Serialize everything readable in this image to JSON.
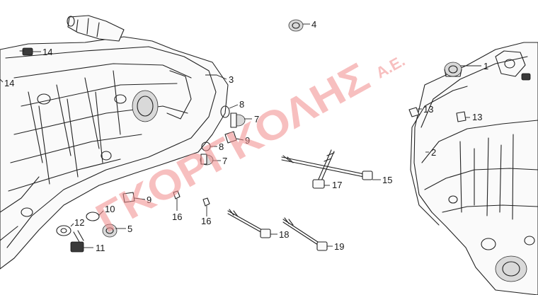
{
  "watermark": {
    "text": "ΓΚΟΡΓΚΟΛΗΣ",
    "suffix": "Α.Ε."
  },
  "colors": {
    "watermark": "#f28b8b",
    "line": "#222222",
    "background": "#ffffff"
  },
  "callouts": [
    {
      "id": "c1",
      "num": "1"
    },
    {
      "id": "c2",
      "num": "2"
    },
    {
      "id": "c3",
      "num": "3"
    },
    {
      "id": "c4",
      "num": "4"
    },
    {
      "id": "c5",
      "num": "5"
    },
    {
      "id": "c7a",
      "num": "7"
    },
    {
      "id": "c7b",
      "num": "7"
    },
    {
      "id": "c8a",
      "num": "8"
    },
    {
      "id": "c8b",
      "num": "8"
    },
    {
      "id": "c9a",
      "num": "9"
    },
    {
      "id": "c9b",
      "num": "9"
    },
    {
      "id": "c10",
      "num": "10"
    },
    {
      "id": "c11",
      "num": "11"
    },
    {
      "id": "c12",
      "num": "12"
    },
    {
      "id": "c13a",
      "num": "13"
    },
    {
      "id": "c13b",
      "num": "13"
    },
    {
      "id": "c14a",
      "num": "14"
    },
    {
      "id": "c14b",
      "num": "14"
    },
    {
      "id": "c15",
      "num": "15"
    },
    {
      "id": "c16a",
      "num": "16"
    },
    {
      "id": "c16b",
      "num": "16"
    },
    {
      "id": "c17",
      "num": "17"
    },
    {
      "id": "c18",
      "num": "18"
    },
    {
      "id": "c19",
      "num": "19"
    }
  ]
}
